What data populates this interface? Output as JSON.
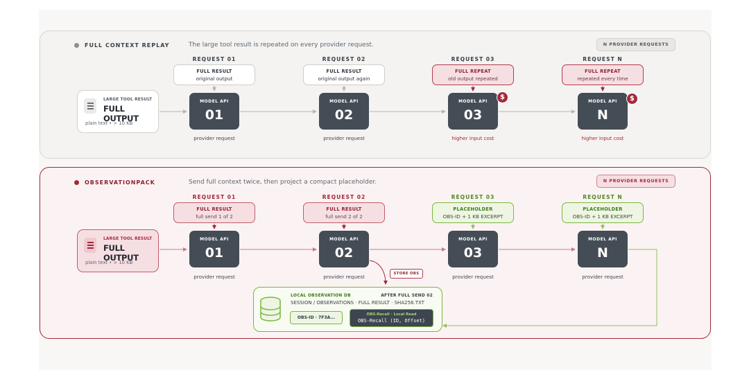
{
  "colors": {
    "accent_red": "#a3283a",
    "accent_green": "#7ab641",
    "api_dark": "#444c55",
    "neutral_dot": "#8a8f96"
  },
  "sections": [
    {
      "title": "FULL CONTEXT REPLAY",
      "description": "The large tool result is repeated on every provider request.",
      "badge": "N PROVIDER REQUESTS",
      "tool": {
        "label": "LARGE TOOL RESULT",
        "headline": "FULL OUTPUT",
        "sub": "plain text • > 10 KB",
        "icon": "document-lines-icon"
      },
      "requests": [
        {
          "label": "REQUEST 01",
          "note_title": "FULL RESULT",
          "note_sub": "original output",
          "api_title": "MODEL API",
          "api_num": "01",
          "caption": "provider request"
        },
        {
          "label": "REQUEST 02",
          "note_title": "FULL RESULT",
          "note_sub": "original output again",
          "api_title": "MODEL API",
          "api_num": "02",
          "caption": "provider request"
        },
        {
          "label": "REQUEST 03",
          "note_title": "FULL REPEAT",
          "note_sub": "old output repeated",
          "api_title": "MODEL API",
          "api_num": "03",
          "caption": "higher input cost",
          "cost_badge": "$"
        },
        {
          "label": "REQUEST N",
          "note_title": "FULL REPEAT",
          "note_sub": "repeated every time",
          "api_title": "MODEL API",
          "api_num": "N",
          "caption": "higher input cost",
          "cost_badge": "$"
        }
      ]
    },
    {
      "title": "OBSERVATIONPACK",
      "description": "Send full context twice, then project a compact placeholder.",
      "badge": "N PROVIDER REQUESTS",
      "tool": {
        "label": "LARGE TOOL RESULT",
        "headline": "FULL OUTPUT",
        "sub": "plain text • > 10 KB",
        "icon": "document-lines-icon"
      },
      "requests": [
        {
          "label": "REQUEST 01",
          "note_title": "FULL RESULT",
          "note_sub": "full send 1 of 2",
          "api_title": "MODEL API",
          "api_num": "01",
          "caption": "provider request"
        },
        {
          "label": "REQUEST 02",
          "note_title": "FULL RESULT",
          "note_sub": "full send 2 of 2",
          "api_title": "MODEL API",
          "api_num": "02",
          "caption": "provider request"
        },
        {
          "label": "REQUEST 03",
          "note_title": "PLACEHOLDER",
          "note_sub": "OBS-ID + 1 KB EXCERPT",
          "api_title": "MODEL API",
          "api_num": "03",
          "caption": "provider request"
        },
        {
          "label": "REQUEST N",
          "note_title": "PLACEHOLDER",
          "note_sub": "OBS-ID + 1 KB EXCERPT",
          "api_title": "MODEL API",
          "api_num": "N",
          "caption": "provider request"
        }
      ],
      "store_label": "STORE OBS",
      "db": {
        "icon": "database-icon",
        "title": "LOCAL OBSERVATION DB",
        "after": "AFTER FULL SEND 02",
        "path": "SESSION / OBSERVATIONS · FULL RESULT · SHA256.TXT",
        "obs_id": "OBS-ID · 7F3A...",
        "recall_title": "OBS-Recall · Local Read",
        "recall_call": "OBS-Recall (ID, Offset)"
      }
    }
  ]
}
